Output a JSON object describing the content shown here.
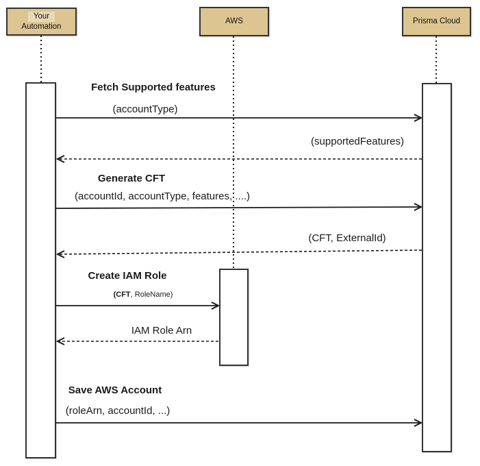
{
  "diagram_type": "sequence-diagram",
  "colors": {
    "actor_fill": "#dcc590",
    "actor_border": "#333333",
    "line": "#1a1a1a",
    "background": "#ffffff"
  },
  "actors": [
    {
      "id": "your-automation",
      "label": "Your Automation",
      "line1": "Your",
      "line2": "Automation"
    },
    {
      "id": "aws",
      "label": "AWS"
    },
    {
      "id": "prisma-cloud",
      "label": "Prisma Cloud"
    }
  ],
  "messages": [
    {
      "from": "Your Automation",
      "to": "Prisma Cloud",
      "style": "solid",
      "title": "Fetch Supported features",
      "params": "(accountType)"
    },
    {
      "from": "Prisma Cloud",
      "to": "Your Automation",
      "style": "dashed",
      "label": "(supportedFeatures)"
    },
    {
      "from": "Your Automation",
      "to": "Prisma Cloud",
      "style": "solid",
      "title": "Generate CFT",
      "params": "(accountId, accountType, features, ....)"
    },
    {
      "from": "Prisma Cloud",
      "to": "Your Automation",
      "style": "dashed",
      "label": "(CFT, ExternalId)"
    },
    {
      "from": "Your Automation",
      "to": "AWS",
      "style": "solid",
      "title": "Create IAM Role",
      "params_bold": "(CFT",
      "params_rest": ", RoleName)"
    },
    {
      "from": "AWS",
      "to": "Your Automation",
      "style": "dashed",
      "label": "IAM Role Arn"
    },
    {
      "from": "Your Automation",
      "to": "Prisma Cloud",
      "style": "solid",
      "title": "Save AWS Account",
      "params": "(roleArn, accountId, ...)"
    }
  ]
}
